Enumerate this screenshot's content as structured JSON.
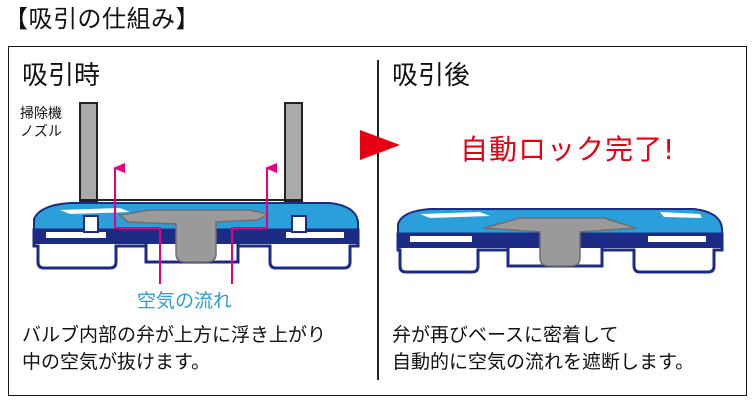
{
  "title": "【吸引の仕組み】",
  "left_panel": {
    "heading": "吸引時",
    "nozzle_label_lines": [
      "掃除機",
      "ノズル"
    ],
    "flow_label": "空気の流れ",
    "description_lines": [
      "バルブ内部の弁が上方に浮き上がり",
      "中の空気が抜けます。"
    ]
  },
  "right_panel": {
    "heading": "吸引後",
    "status_text": "自動ロック完了!",
    "description_lines": [
      "弁が再びベースに密着して",
      "自動的に空気の流れを遮断します。"
    ]
  },
  "colors": {
    "valve_blue": "#2b9fd9",
    "valve_navy": "#1c2b86",
    "valve_gray": "#9a9a9a",
    "flow_pink": "#e4007f",
    "arrow_red": "#e60012",
    "status_red": "#e60012",
    "flow_label_blue": "#2a9fd8"
  }
}
